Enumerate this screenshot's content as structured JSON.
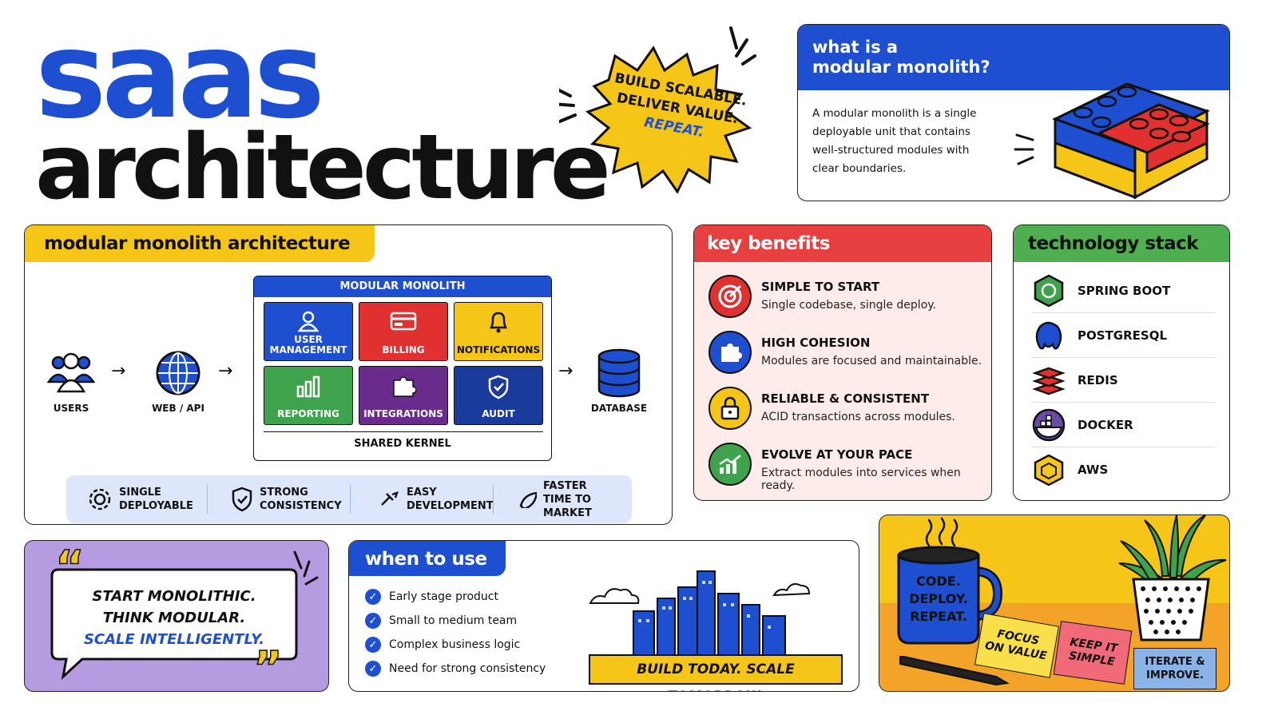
{
  "hero": {
    "title_line1": "saas",
    "title_line2": "architecture"
  },
  "burst": {
    "line1": "BUILD SCALABLE.",
    "line2": "DELIVER VALUE.",
    "line3": "REPEAT."
  },
  "whatis": {
    "title_line1": "what is a",
    "title_line2": "modular monolith?",
    "body": [
      "A modular monolith is a single",
      "deployable unit that contains",
      "well-structured modules with",
      "clear boundaries."
    ]
  },
  "arch": {
    "title": "modular monolith architecture",
    "users_label": "USERS",
    "api_label": "WEB / API",
    "db_label": "DATABASE",
    "container_title": "MODULAR MONOLITH",
    "kernel_label": "SHARED KERNEL",
    "modules": [
      {
        "label_line1": "USER",
        "label_line2": "MANAGEMENT",
        "color": "#1e4fd1",
        "icon": "user-icon"
      },
      {
        "label_line1": "",
        "label_line2": "BILLING",
        "color": "#e03030",
        "icon": "credit-card-icon"
      },
      {
        "label_line1": "",
        "label_line2": "NOTIFICATIONS",
        "color": "#f5c518",
        "icon": "bell-icon"
      },
      {
        "label_line1": "",
        "label_line2": "REPORTING",
        "color": "#3fa34d",
        "icon": "bar-chart-icon"
      },
      {
        "label_line1": "",
        "label_line2": "INTEGRATIONS",
        "color": "#6a2c8c",
        "icon": "puzzle-icon"
      },
      {
        "label_line1": "",
        "label_line2": "AUDIT",
        "color": "#1a3a9c",
        "icon": "shield-icon"
      }
    ],
    "features": [
      {
        "line1": "SINGLE",
        "line2": "DEPLOYABLE",
        "icon": "gear-icon"
      },
      {
        "line1": "STRONG",
        "line2": "CONSISTENCY",
        "icon": "shield-check-icon"
      },
      {
        "line1": "EASY",
        "line2": "DEVELOPMENT",
        "icon": "tools-icon"
      },
      {
        "line1": "FASTER",
        "line2": "TIME TO MARKET",
        "icon": "rocket-icon"
      }
    ]
  },
  "benefits": {
    "title": "key benefits",
    "items": [
      {
        "title": "SIMPLE TO START",
        "desc": "Single codebase, single deploy.",
        "color": "#e03030",
        "icon": "target-icon"
      },
      {
        "title": "HIGH COHESION",
        "desc": "Modules are focused and maintainable.",
        "color": "#1e4fd1",
        "icon": "puzzle-icon"
      },
      {
        "title": "RELIABLE & CONSISTENT",
        "desc": "ACID transactions across modules.",
        "color": "#f5c518",
        "icon": "lock-icon"
      },
      {
        "title": "EVOLVE AT YOUR PACE",
        "desc": "Extract modules into services when ready.",
        "color": "#3fa34d",
        "icon": "growth-chart-icon"
      }
    ]
  },
  "tech": {
    "title": "technology stack",
    "items": [
      {
        "label": "SPRING BOOT",
        "icon": "spring-boot-icon",
        "color": "#3fa34d"
      },
      {
        "label": "POSTGRESQL",
        "icon": "postgresql-icon",
        "color": "#1e4fd1"
      },
      {
        "label": "REDIS",
        "icon": "redis-icon",
        "color": "#e03030"
      },
      {
        "label": "DOCKER",
        "icon": "docker-icon",
        "color": "#6a4ca8"
      },
      {
        "label": "AWS",
        "icon": "aws-icon",
        "color": "#f5c518"
      }
    ]
  },
  "quote": {
    "line1": "START MONOLITHIC.",
    "line2": "THINK MODULAR.",
    "line3": "SCALE INTELLIGENTLY."
  },
  "whenuse": {
    "title": "when to use",
    "items": [
      "Early stage product",
      "Small to medium team",
      "Complex business logic",
      "Need for strong consistency"
    ],
    "banner": "BUILD TODAY. SCALE TOMORROW."
  },
  "desk": {
    "mug_line1": "CODE.",
    "mug_line2": "DEPLOY.",
    "mug_line3": "REPEAT.",
    "note1_line1": "FOCUS",
    "note1_line2": "ON VALUE",
    "note2_line1": "KEEP IT",
    "note2_line2": "SIMPLE",
    "note3_line1": "ITERATE &",
    "note3_line2": "IMPROVE."
  },
  "colors": {
    "blue": "#1e4fd1",
    "red": "#e03030",
    "yellow": "#f5c518",
    "green": "#3fa34d",
    "purple": "#b59be0"
  }
}
